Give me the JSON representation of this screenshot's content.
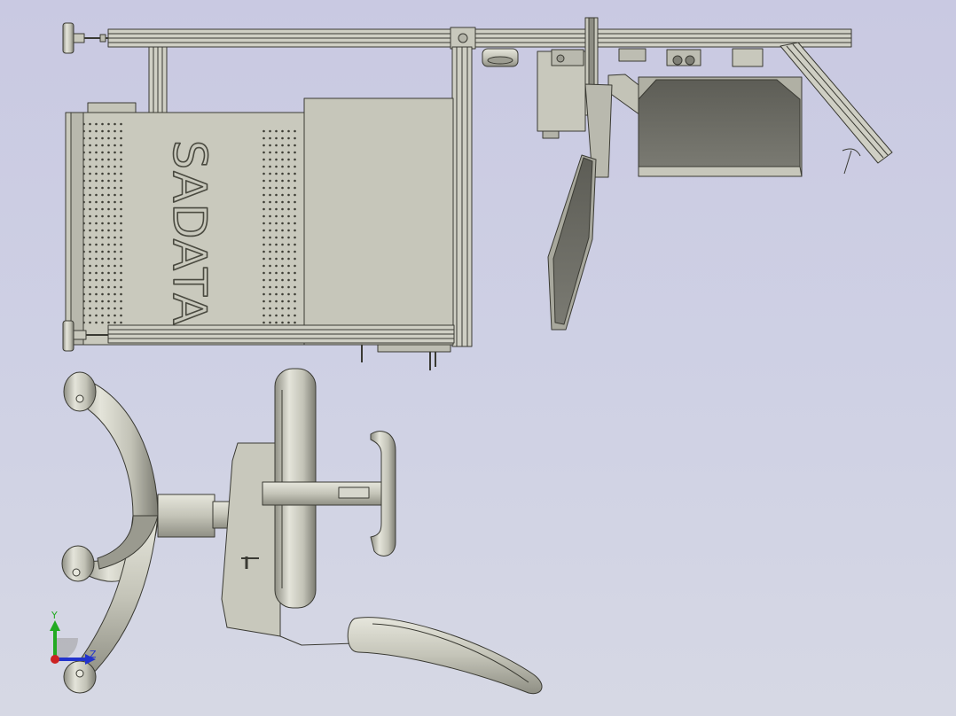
{
  "scene": {
    "brand_label": "SADATA",
    "axis_triad": {
      "y_label": "Y",
      "z_label": "Z"
    },
    "colors": {
      "background": "#cbcde2",
      "part_fill": "#c8c8bc",
      "part_fill_light": "#dcdcd2",
      "part_shadow": "#77776c",
      "monitor_dark": "#6c6c64",
      "edge": "#3a3a33",
      "axis_y": "#22aa22",
      "axis_z": "#2233cc",
      "axis_x": "#cc2222"
    }
  }
}
